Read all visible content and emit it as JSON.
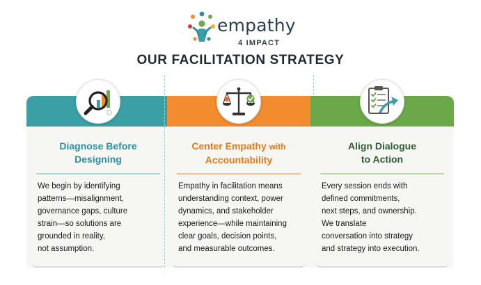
{
  "logo": {
    "word": "empathy",
    "sub": "4 IMPACT"
  },
  "page_title": "OUR FACILITATION STRATEGY",
  "cards": [
    {
      "title_lines": [
        "Diagnose Before",
        "Designing"
      ],
      "title_tail": "",
      "accent": "#3aa0a6",
      "title_color": "#2e8fa0",
      "icon": "magnifier-chart-icon",
      "body_lines": [
        "We begin by identifying",
        "patterns—misalignment,",
        "governance gaps, culture",
        "strain—so solutions are",
        "grounded in reality,",
        "not assumption."
      ]
    },
    {
      "title_lines": [
        "Center Empathy",
        "Accountability"
      ],
      "title_tail": "with",
      "accent": "#f28c2e",
      "title_color": "#e07a1f",
      "icon": "scales-heart-check-icon",
      "body_lines": [
        "Empathy in facilitation means",
        "understanding context, power",
        "dynamics, and stakeholder",
        "experience—while maintaining",
        "clear goals, decision points,",
        "and measurable outcomes."
      ]
    },
    {
      "title_lines": [
        "Align Dialogue",
        "to Action"
      ],
      "title_tail": "",
      "accent": "#6aa84a",
      "title_color": "#2f5d34",
      "icon": "checklist-arrow-icon",
      "body_lines": [
        "Every session ends with",
        "defined commitments,",
        "next steps, and ownership.",
        "We translate",
        "conversation into strategy",
        "and strategy into execution."
      ]
    }
  ]
}
